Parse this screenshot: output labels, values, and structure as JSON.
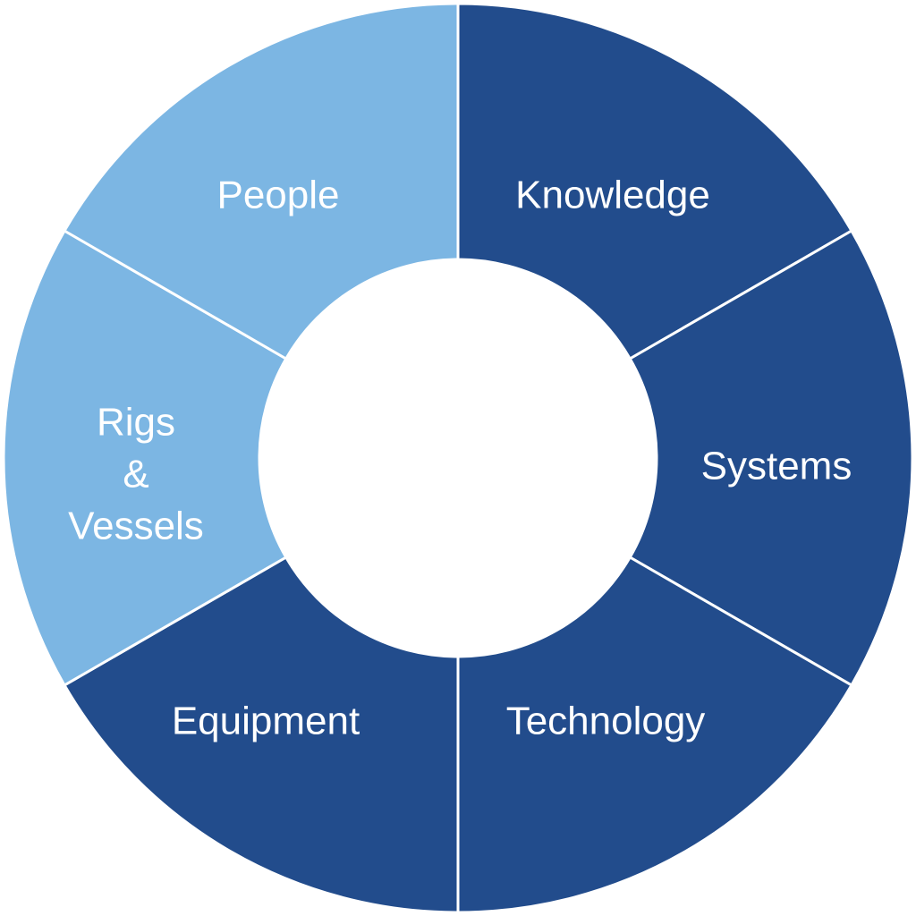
{
  "colors": {
    "light": "#7cb6e3",
    "dark": "#224c8c",
    "hole": "#ffffff"
  },
  "segments": [
    {
      "label": "Knowledge",
      "tone": "dark"
    },
    {
      "label": "Systems",
      "tone": "dark"
    },
    {
      "label": "Technology",
      "tone": "dark"
    },
    {
      "label": "Equipment",
      "tone": "dark"
    },
    {
      "label": "Rigs & Vessels",
      "tone": "light"
    },
    {
      "label": "People",
      "tone": "light"
    }
  ]
}
